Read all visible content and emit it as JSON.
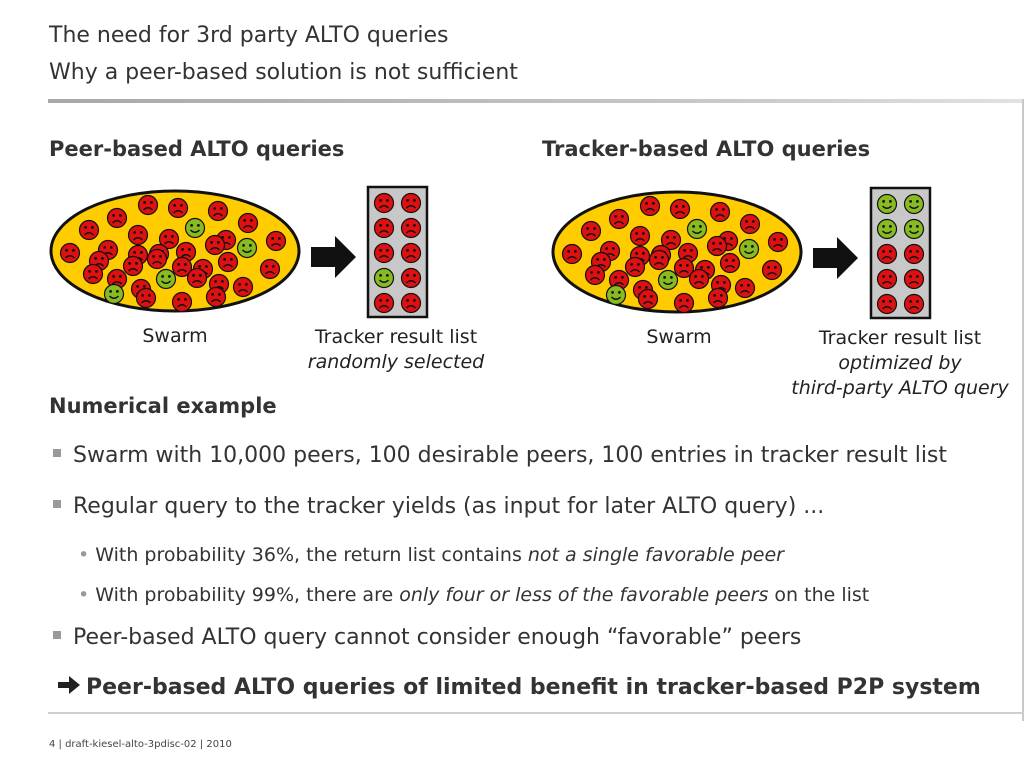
{
  "title": {
    "line1": "The need for 3rd party ALTO queries",
    "line2": "Why a peer-based solution is not sufficient"
  },
  "left_panel": {
    "heading": "Peer-based ALTO queries",
    "swarm_label": "Swarm",
    "list_label_line1": "Tracker result list",
    "list_label_line2": "randomly selected",
    "swarm_faces": [
      "sad",
      "sad",
      "sad",
      "sad",
      "sad",
      "sad",
      "sad",
      "happy",
      "sad",
      "sad",
      "sad",
      "sad",
      "sad",
      "sad",
      "sad",
      "sad",
      "sad",
      "happy",
      "sad",
      "sad",
      "sad",
      "sad",
      "sad",
      "sad",
      "sad",
      "sad",
      "sad",
      "sad",
      "happy",
      "sad",
      "sad",
      "sad",
      "happy",
      "sad",
      "sad",
      "sad"
    ],
    "list_faces": [
      "sad",
      "sad",
      "sad",
      "sad",
      "sad",
      "sad",
      "happy",
      "sad",
      "sad",
      "sad"
    ]
  },
  "right_panel": {
    "heading": "Tracker-based ALTO queries",
    "swarm_label": "Swarm",
    "list_label_line1": "Tracker result list",
    "list_label_line2": "optimized by",
    "list_label_line3": "third-party ALTO query",
    "swarm_faces": [
      "sad",
      "sad",
      "sad",
      "sad",
      "sad",
      "sad",
      "sad",
      "happy",
      "sad",
      "sad",
      "sad",
      "sad",
      "sad",
      "sad",
      "sad",
      "sad",
      "sad",
      "happy",
      "sad",
      "sad",
      "sad",
      "sad",
      "sad",
      "sad",
      "sad",
      "sad",
      "sad",
      "sad",
      "happy",
      "sad",
      "sad",
      "sad",
      "happy",
      "sad",
      "sad",
      "sad"
    ],
    "list_faces": [
      "happy",
      "happy",
      "happy",
      "happy",
      "sad",
      "sad",
      "sad",
      "sad",
      "sad",
      "sad"
    ]
  },
  "numerical": {
    "heading": "Numerical example",
    "bullet1": "Swarm with 10,000 peers, 100 desirable peers, 100 entries in tracker result list",
    "bullet2": "Regular query to the tracker yields (as input for later ALTO query) ...",
    "sub1_prefix": "With probability 36%, the return list contains ",
    "sub1_emph": "not a single favorable peer",
    "sub2_prefix": "With probability 99%, there are ",
    "sub2_emph": "only four or less of the favorable peers",
    "sub2_suffix": " on the list",
    "bullet3": "Peer-based ALTO query cannot consider enough “favorable” peers"
  },
  "conclusion": "Peer-based ALTO queries of limited benefit in tracker-based P2P system",
  "footer": "4 | draft-kiesel-alto-3pdisc-02 | 2010",
  "colors": {
    "sad_face": "#dd1111",
    "happy_face": "#88bb22",
    "swarm_fill": "#ffcc00",
    "list_fill": "#c8c8c8"
  },
  "icons": {
    "arrow": "block-arrow-right",
    "sad": "frowning-face-icon",
    "happy": "smiling-face-icon",
    "conclusion_arrow": "bold-right-arrow-icon"
  }
}
